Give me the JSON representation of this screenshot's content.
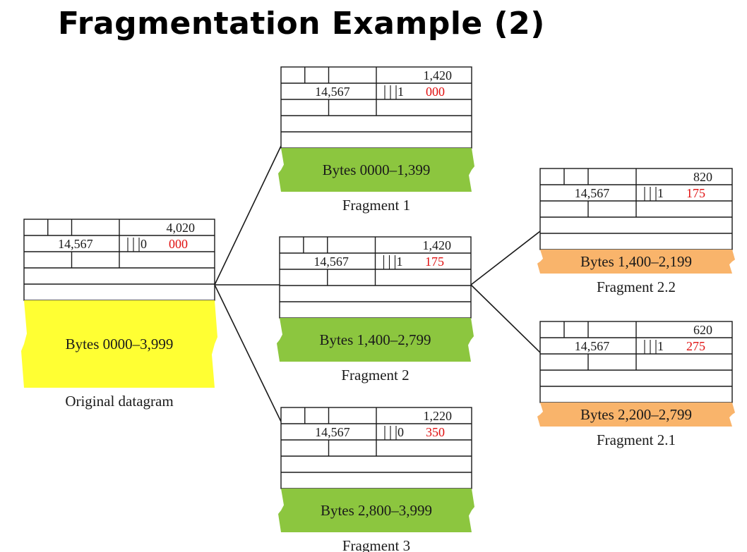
{
  "title": "Fragmentation Example (2)",
  "colors": {
    "original_body": "#ffff33",
    "fragment_body": "#8cc63f",
    "subfragment_body": "#f9b46b",
    "offset_text": "#e01010",
    "line": "#1a1a1a"
  },
  "datagrams": [
    {
      "id": "original",
      "total_length": "4,020",
      "identification": "14,567",
      "more_fragments": "0",
      "offset": "000",
      "bytes": "Bytes 0000–3,999",
      "caption": "Original datagram"
    },
    {
      "id": "fragment1",
      "total_length": "1,420",
      "identification": "14,567",
      "more_fragments": "1",
      "offset": "000",
      "bytes": "Bytes 0000–1,399",
      "caption": "Fragment 1"
    },
    {
      "id": "fragment2",
      "total_length": "1,420",
      "identification": "14,567",
      "more_fragments": "1",
      "offset": "175",
      "bytes": "Bytes 1,400–2,799",
      "caption": "Fragment 2"
    },
    {
      "id": "fragment3",
      "total_length": "1,220",
      "identification": "14,567",
      "more_fragments": "0",
      "offset": "350",
      "bytes": "Bytes 2,800–3,999",
      "caption": "Fragment 3"
    },
    {
      "id": "fragment2_2",
      "total_length": "820",
      "identification": "14,567",
      "more_fragments": "1",
      "offset": "175",
      "bytes": "Bytes 1,400–2,199",
      "caption": "Fragment 2.2"
    },
    {
      "id": "fragment2_1",
      "total_length": "620",
      "identification": "14,567",
      "more_fragments": "1",
      "offset": "275",
      "bytes": "Bytes 2,200–2,799",
      "caption": "Fragment 2.1"
    }
  ]
}
